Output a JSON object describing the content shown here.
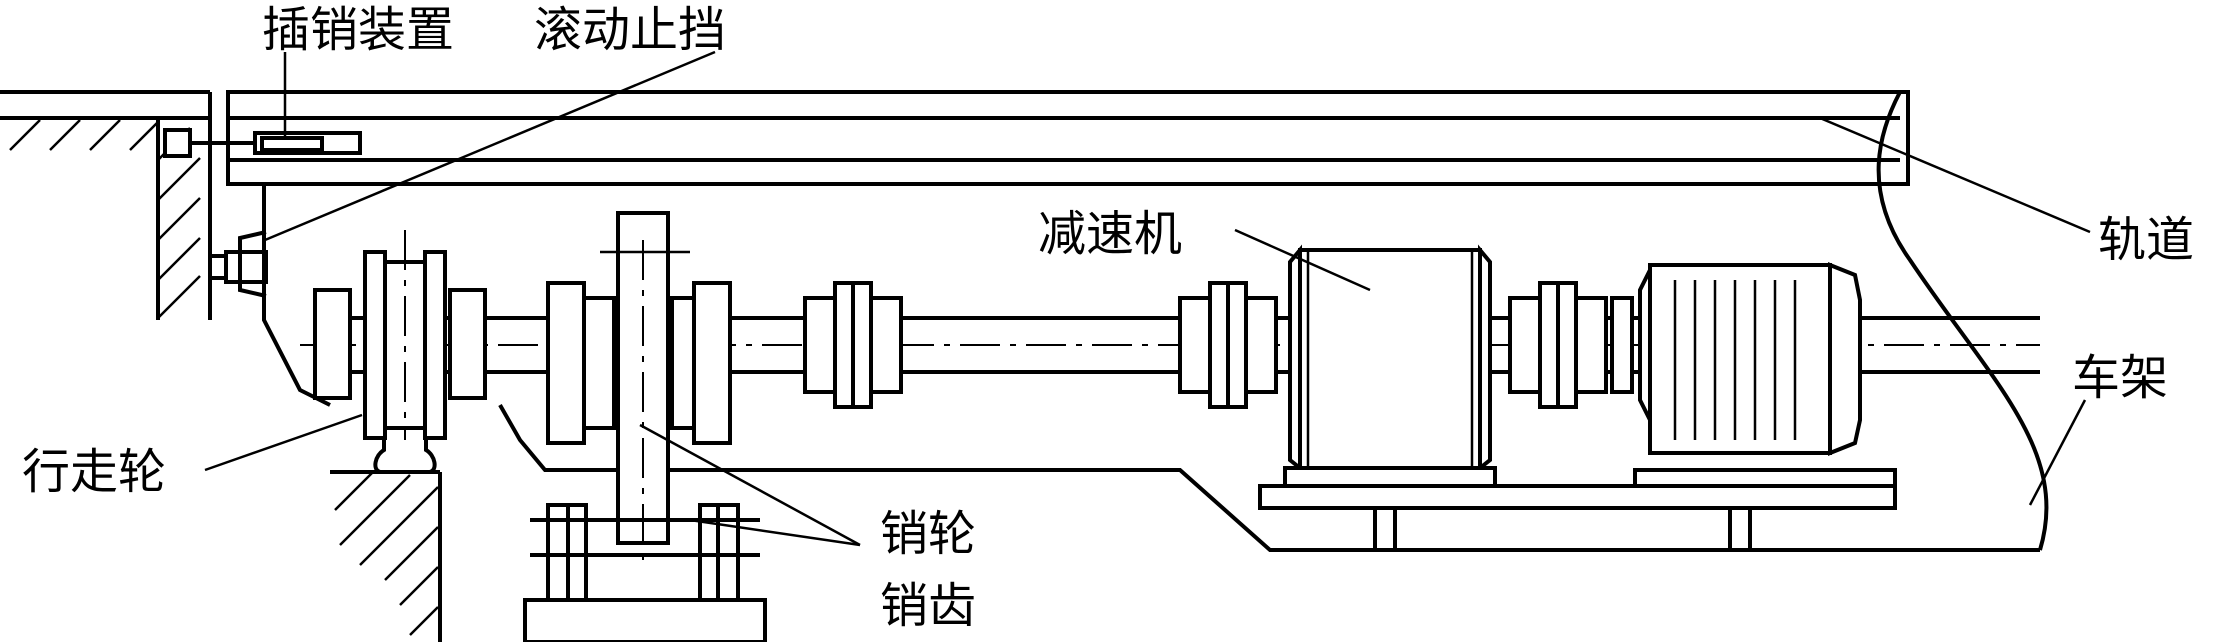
{
  "labels": {
    "pin_device": "插销装置",
    "rolling_stop": "滚动止挡",
    "track": "轨道",
    "reducer": "减速机",
    "frame": "车架",
    "walking_wheel": "行走轮",
    "pin_wheel": "销轮",
    "pin_tooth": "销齿"
  }
}
